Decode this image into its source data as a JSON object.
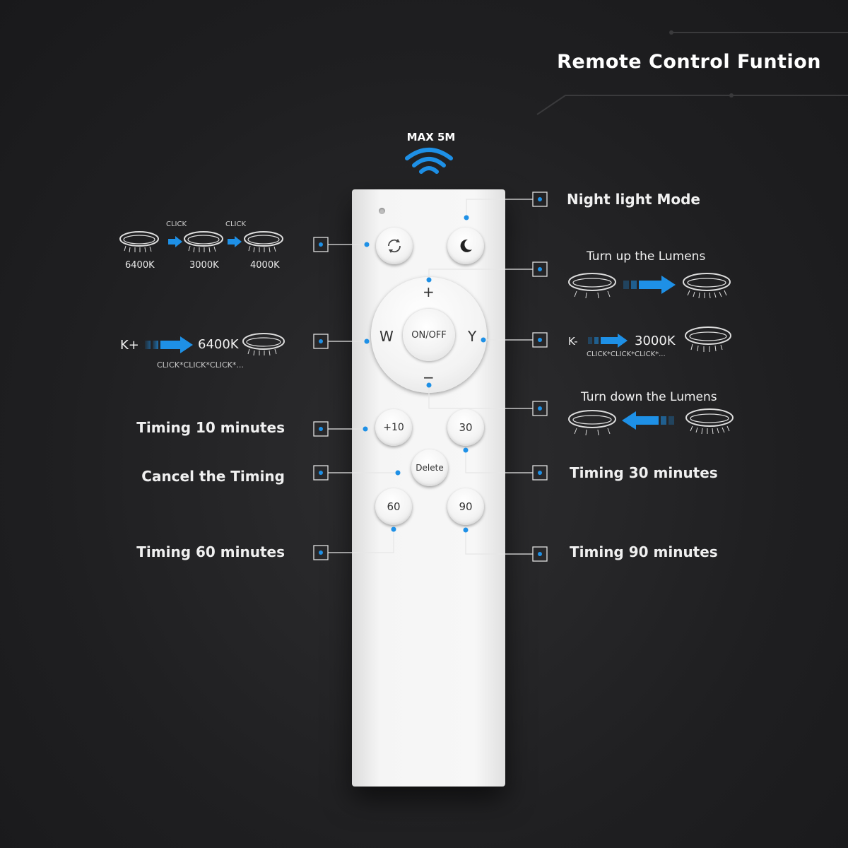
{
  "title": "Remote Control Funtion",
  "range": "MAX 5M",
  "remote": {
    "onoff": "ON/OFF",
    "warm_key": "W",
    "cool_key": "Y",
    "plus_key": "+",
    "minus_key": "−",
    "timer10": "+10",
    "timer30": "30",
    "timer60": "60",
    "timer90": "90",
    "delete": "Delete"
  },
  "cycle": {
    "click1": "CLICK",
    "click2": "CLICK",
    "temp1": "6400K",
    "temp2": "3000K",
    "temp3": "4000K"
  },
  "night_mode": "Night light Mode",
  "lumens_up": "Turn up the Lumens",
  "lumens_down": "Turn down the Lumens",
  "k_plus": {
    "key": "K+",
    "temp": "6400K",
    "clicks": "CLICK*CLICK*CLICK*..."
  },
  "k_minus": {
    "key": "K-",
    "temp": "3000K",
    "clicks": "CLICK*CLICK*CLICK*..."
  },
  "timing": {
    "t10": "Timing 10 minutes",
    "cancel": "Cancel the Timing",
    "t60": "Timing 60 minutes",
    "t30": "Timing 30 minutes",
    "t90": "Timing 90 minutes"
  },
  "colors": {
    "accent": "#1e90e6",
    "background": "#1f1f21",
    "remote_body": "#f5f5f5"
  }
}
